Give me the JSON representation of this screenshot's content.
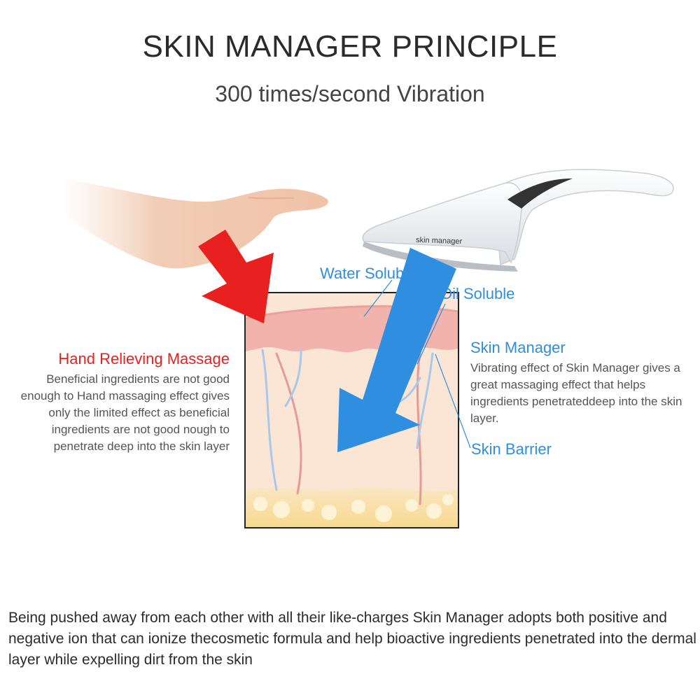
{
  "title": "SKIN MANAGER PRINCIPLE",
  "subtitle": "300 times/second Vibration",
  "device_label": "skin manager",
  "labels": {
    "water_soluble": "Water Soluble",
    "oil_soluble": "Oil Soluble",
    "skin_barrier": "Skin Barrier"
  },
  "left": {
    "heading": "Hand Relieving Massage",
    "text": "Beneficial ingredients are not good enough to Hand massaging effect gives only the limited effect as beneficial ingredients are not good nough to penetrate deep into the skin layer"
  },
  "right": {
    "heading": "Skin Manager",
    "text": "Vibrating effect of Skin Manager gives a great massaging effect that helps ingredients penetrateddeep into the skin layer."
  },
  "bottom_text": "Being pushed away from each other with all their like-charges Skin Manager adopts both positive and negative ion that can ionize thecosmetic formula and help bioactive ingredients penetrated into the dermal layer while expelling dirt from the skin",
  "colors": {
    "red_arrow": "#e8201f",
    "blue_arrow": "#2f8ee0",
    "skin_bg": "#fbe6d6",
    "epidermis": "#f2b3ac"
  }
}
